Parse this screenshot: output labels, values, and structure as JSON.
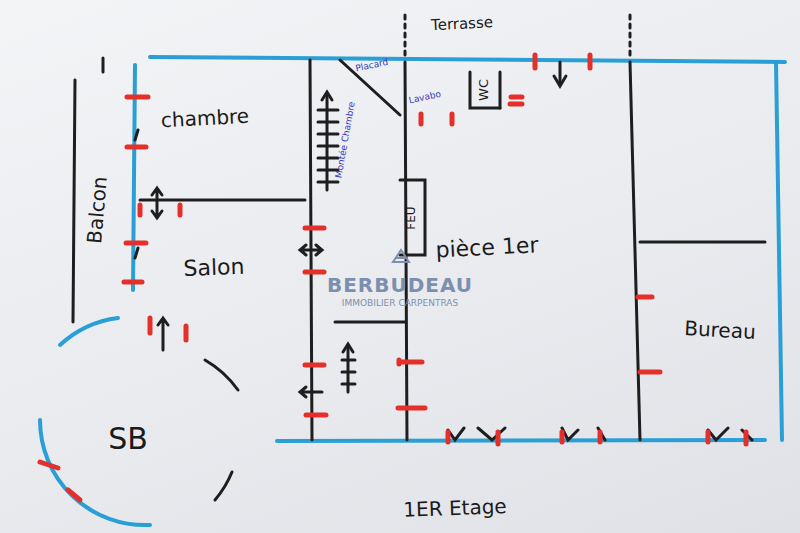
{
  "diagram": {
    "nodes": [
      {
        "text": [
          "chambre"
        ]
      },
      {
        "text": [
          "Salon"
        ]
      },
      {
        "text": [
          "SB"
        ]
      },
      {
        "text": [
          "pièce 1er"
        ]
      },
      {
        "text": [
          "FEU"
        ],
        "in": 3
      },
      {
        "text": [
          "WC"
        ],
        "in": 3
      },
      {
        "text": [
          "Bureau"
        ]
      }
    ],
    "labels": [
      "Terrasse",
      "Placard",
      "Lavabo",
      "Montée Chambre",
      "Balcon",
      "BERBUDEAU",
      "IMMOBILIER CARPENTRAS",
      "1ER Etage"
    ]
  }
}
